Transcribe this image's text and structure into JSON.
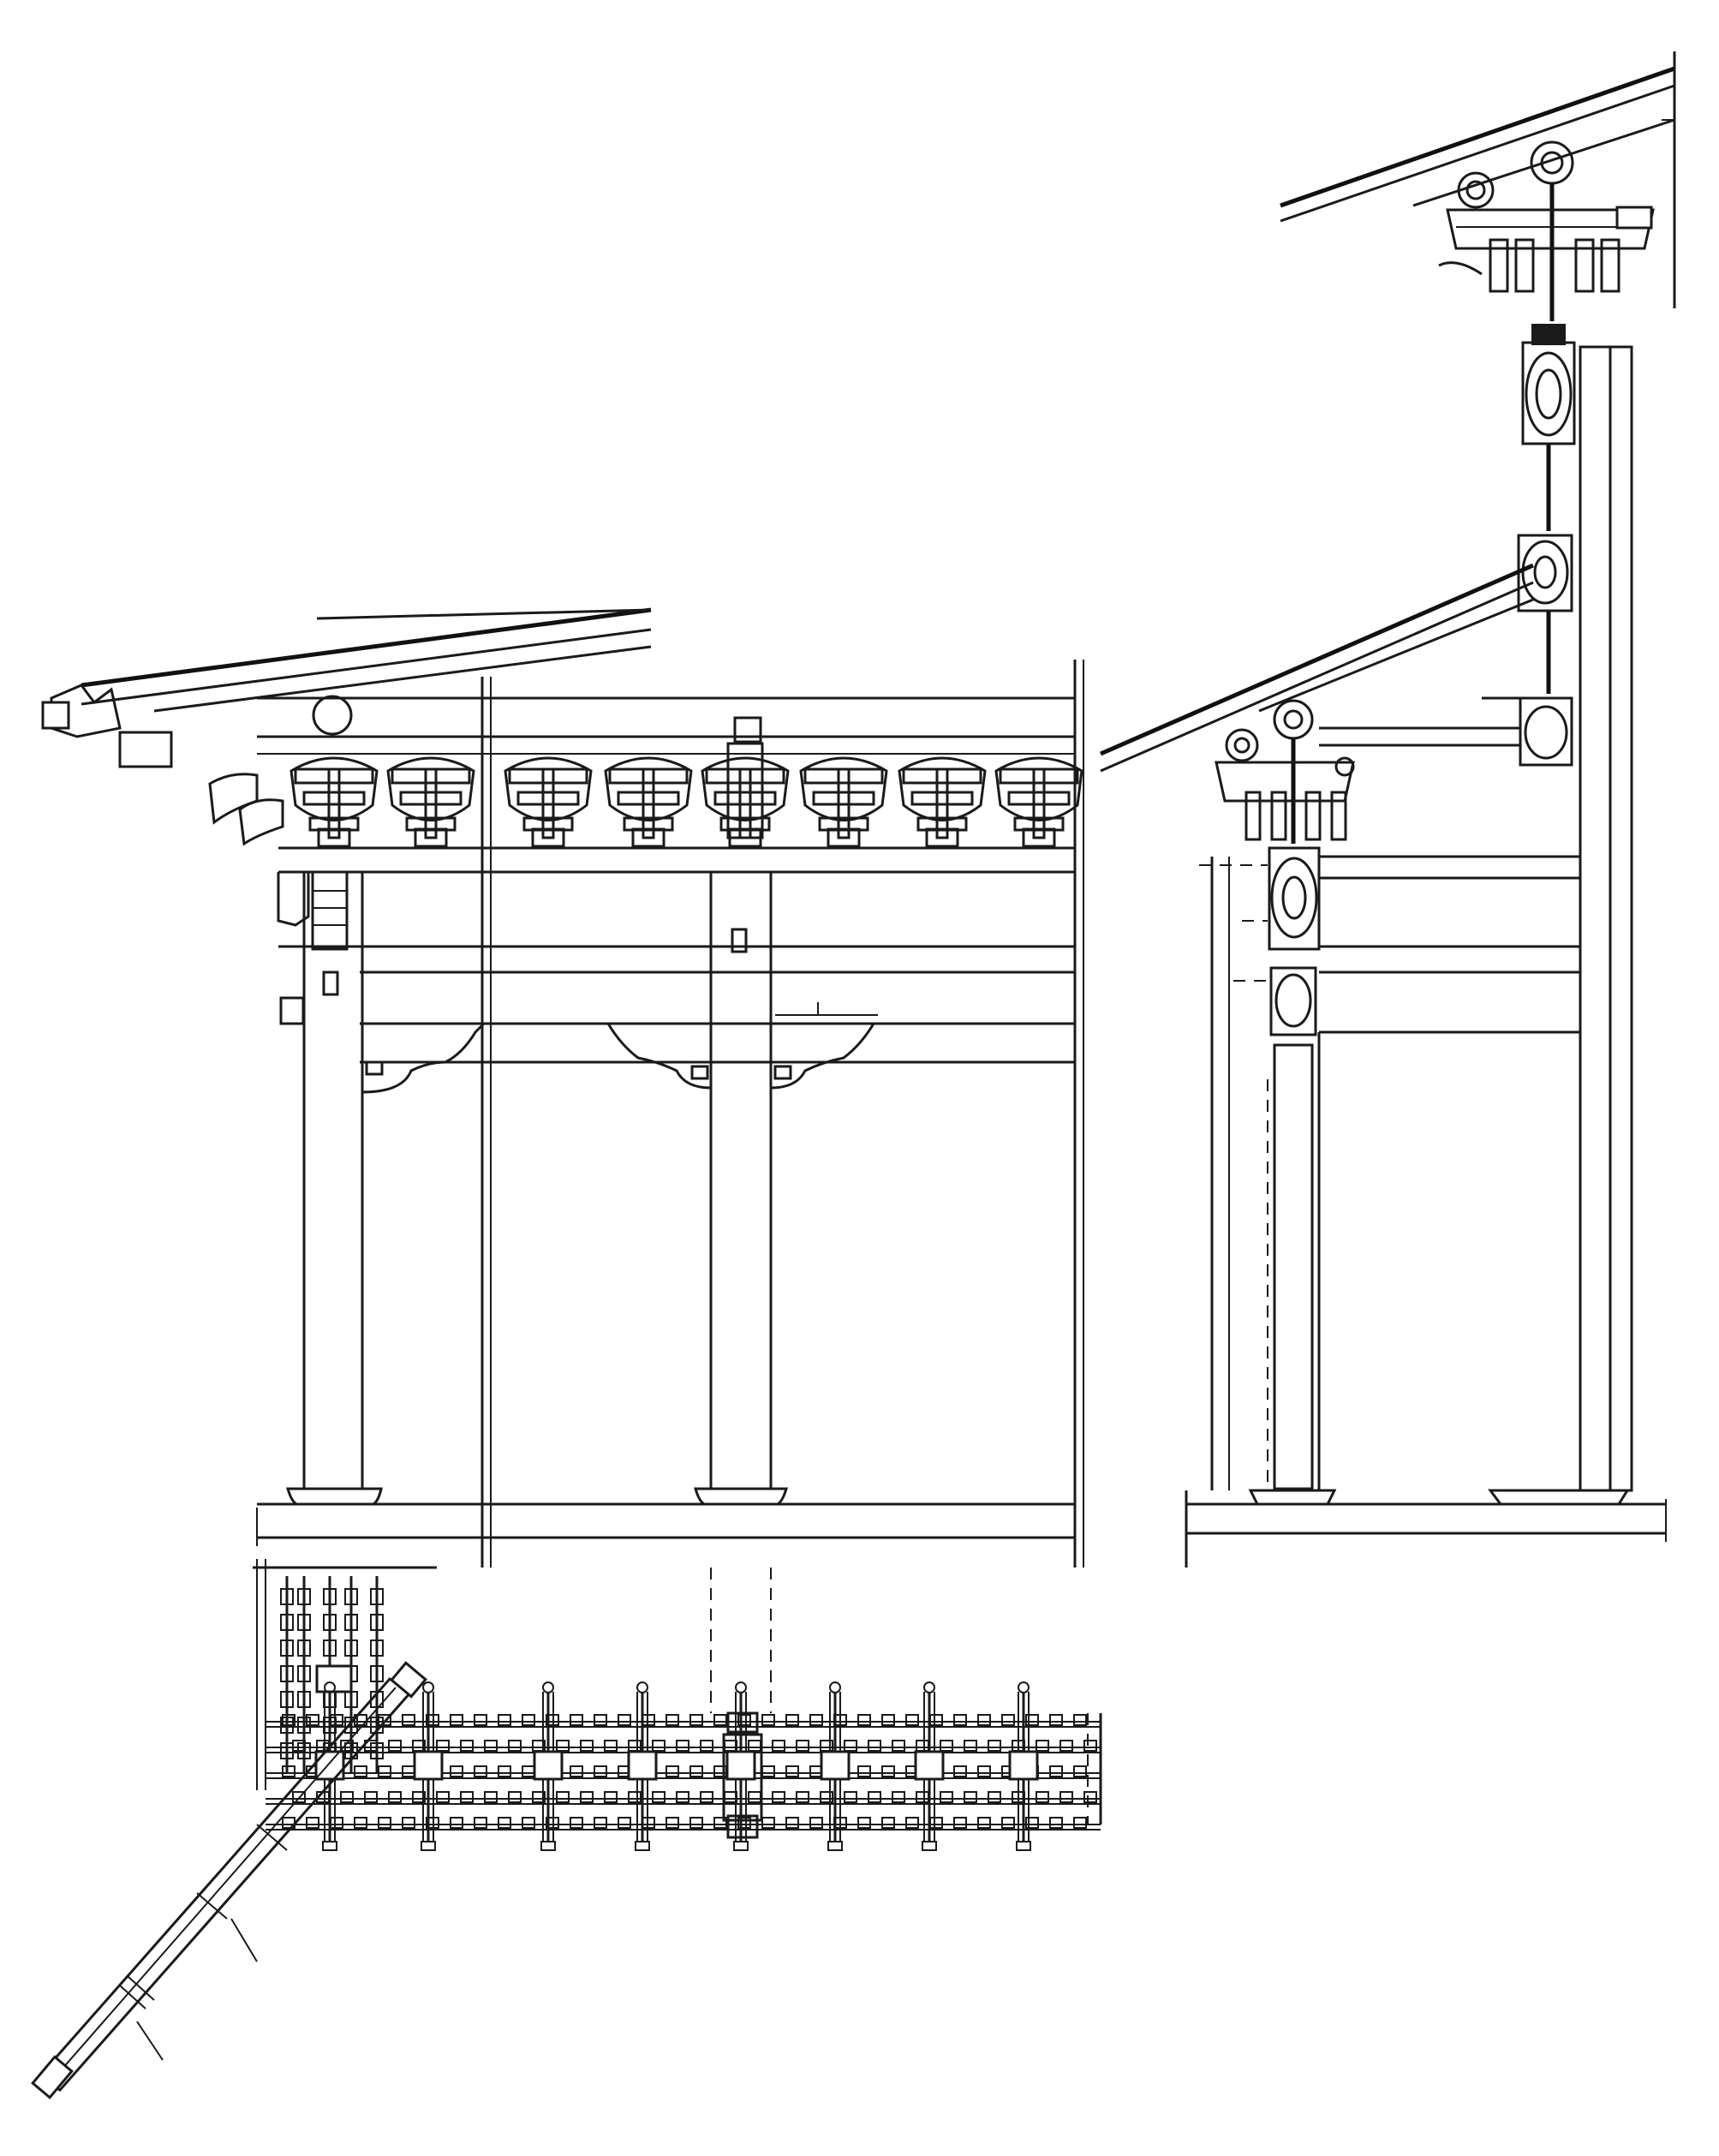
{
  "figure": {
    "kind": "architectural-section-drawing",
    "views": [
      "front-elevation",
      "side-section",
      "bracket-plan"
    ],
    "ink_color": "#1a1a1a",
    "paper_color": "#ffffff",
    "labels": []
  }
}
